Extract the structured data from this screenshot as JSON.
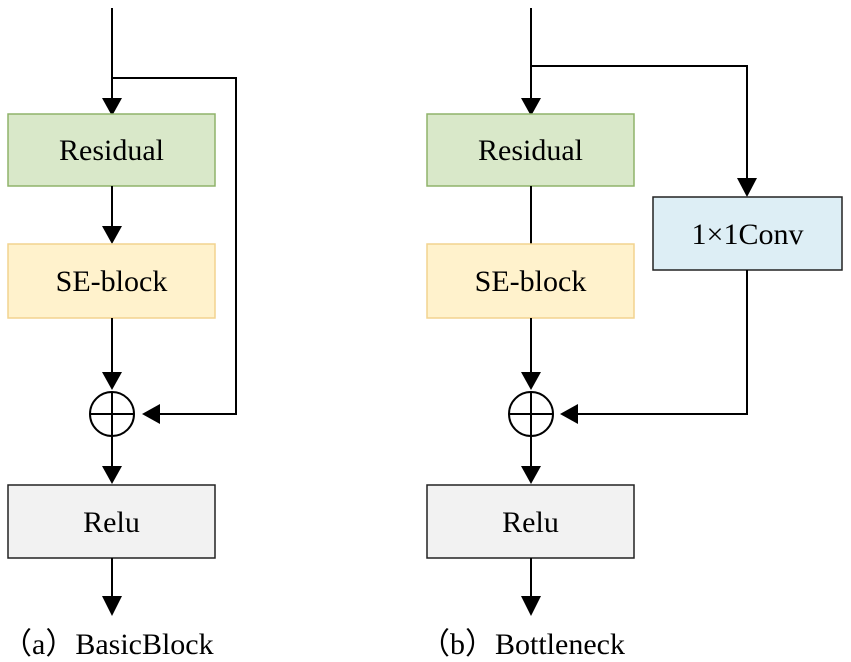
{
  "panels": [
    {
      "caption": "（a）BasicBlock",
      "blocks": {
        "residual": "Residual",
        "se_block": "SE-block",
        "relu": "Relu"
      }
    },
    {
      "caption": "（b）Bottleneck",
      "blocks": {
        "residual": "Residual",
        "se_block": "SE-block",
        "conv": "1×1Conv",
        "relu": "Relu"
      }
    }
  ],
  "colors": {
    "residual_fill": "#d9e8c9",
    "residual_stroke": "#8fb36a",
    "se_fill": "#fff2cc",
    "se_stroke": "#f2d38f",
    "conv_fill": "#ddeef5",
    "conv_stroke": "#222222",
    "relu_fill": "#f2f2f2",
    "relu_stroke": "#222222"
  }
}
